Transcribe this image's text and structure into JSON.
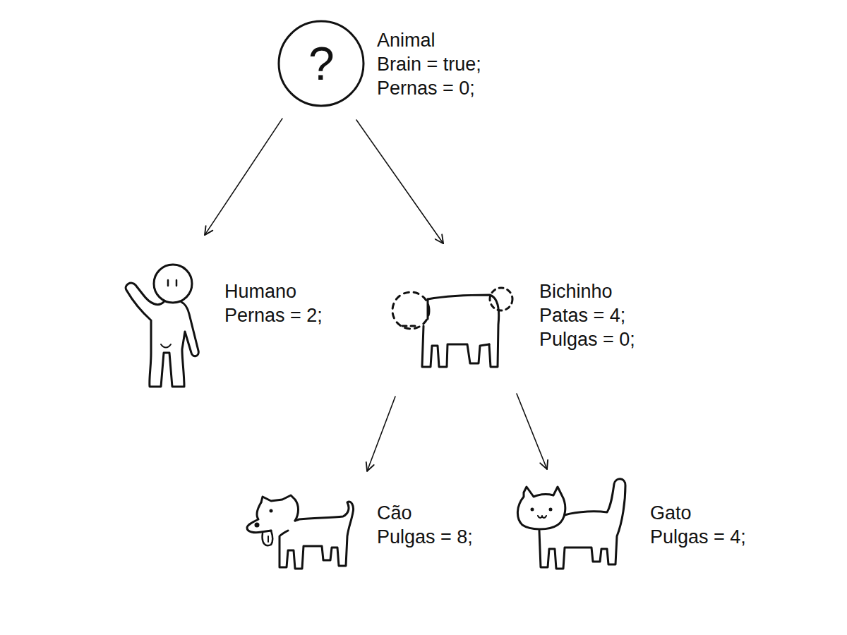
{
  "diagram": {
    "nodes": [
      {
        "text": [
          "?",
          "Animal",
          "Brain = true;",
          "Pernas = 0;"
        ]
      },
      {
        "text": [
          "Humano",
          "Pernas = 2;"
        ]
      },
      {
        "text": [
          "Bichinho",
          "Patas = 4;",
          "Pulgas = 0;"
        ]
      },
      {
        "text": [
          "Cão",
          "Pulgas = 8;"
        ]
      },
      {
        "text": [
          "Gato",
          "Pulgas = 4;"
        ]
      }
    ],
    "edges": [
      {
        "from": 0,
        "to": 1,
        "arrow": "to"
      },
      {
        "from": 0,
        "to": 2,
        "arrow": "to"
      },
      {
        "from": 2,
        "to": 3,
        "arrow": "to"
      },
      {
        "from": 2,
        "to": 4,
        "arrow": "to"
      }
    ]
  }
}
